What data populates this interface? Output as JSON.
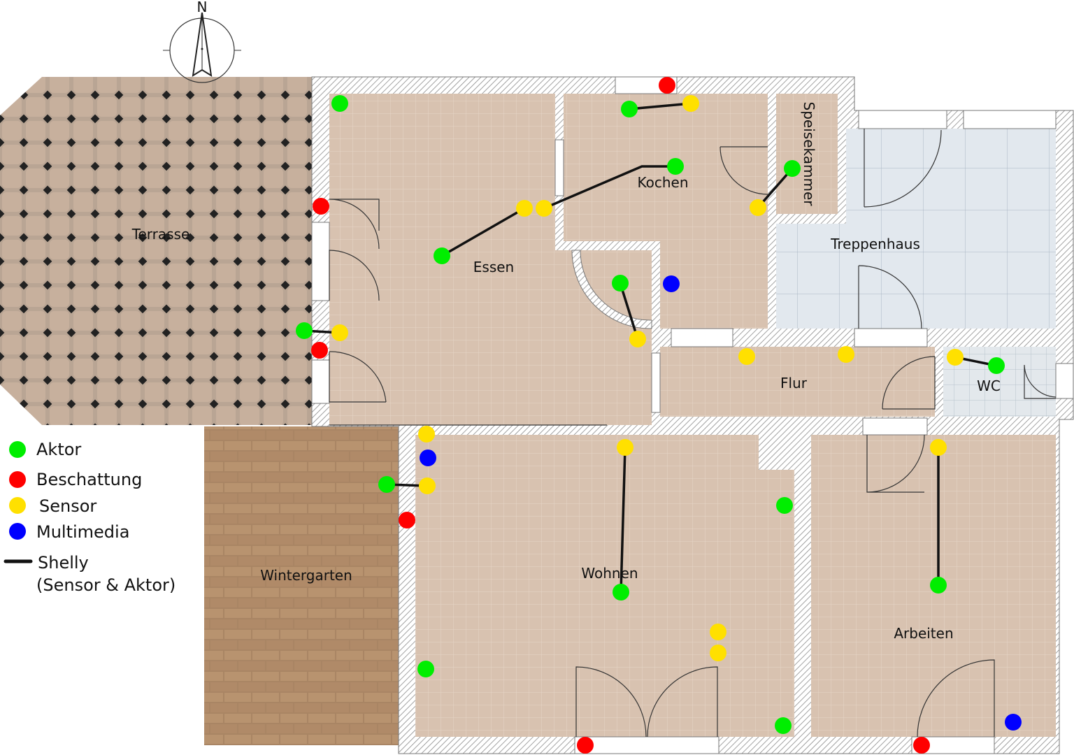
{
  "compass": {
    "label": "N"
  },
  "rooms": {
    "terrasse": "Terrasse",
    "essen": "Essen",
    "kochen": "Kochen",
    "speisekammer": "Speisekammer",
    "treppenhaus": "Treppenhaus",
    "flur": "Flur",
    "wc": "WC",
    "wintergarten": "Wintergarten",
    "wohnen": "Wohnen",
    "arbeiten": "Arbeiten"
  },
  "legend": {
    "aktor": "Aktor",
    "beschattung": "Beschattung",
    "sensor": "Sensor",
    "multimedia": "Multimedia",
    "shelly_line1": "Shelly",
    "shelly_line2": "(Sensor & Aktor)"
  },
  "colors": {
    "aktor": "#00ee00",
    "beschattung": "#ff0000",
    "sensor": "#ffe000",
    "multimedia": "#0000ff",
    "shelly": "#111111",
    "floor_wood": "#d8c2b0",
    "floor_tile": "#e4e9ee",
    "wall": "#ffffff"
  }
}
